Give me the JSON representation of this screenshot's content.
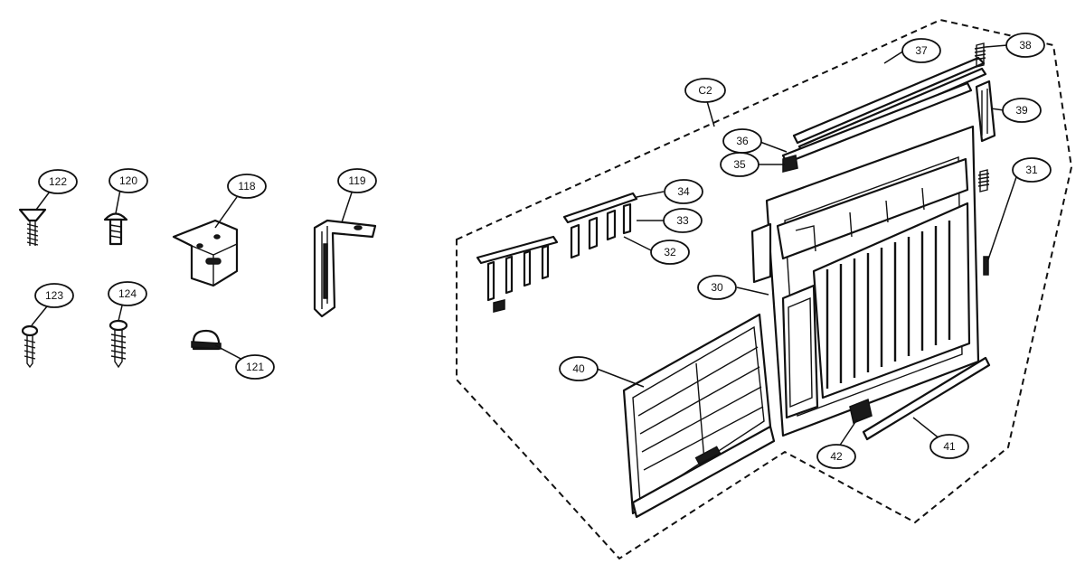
{
  "diagram": {
    "colors": {
      "ink": "#111111",
      "paper": "#ffffff"
    },
    "labels": {
      "p122": "122",
      "p120": "120",
      "p118": "118",
      "p119": "119",
      "p123": "123",
      "p124": "124",
      "p121": "121",
      "c2": "C2",
      "p37": "37",
      "p38": "38",
      "p39": "39",
      "p36": "36",
      "p35": "35",
      "p34": "34",
      "p33": "33",
      "p32": "32",
      "p31": "31",
      "p30": "30",
      "p40": "40",
      "p42": "42",
      "p41": "41"
    }
  }
}
